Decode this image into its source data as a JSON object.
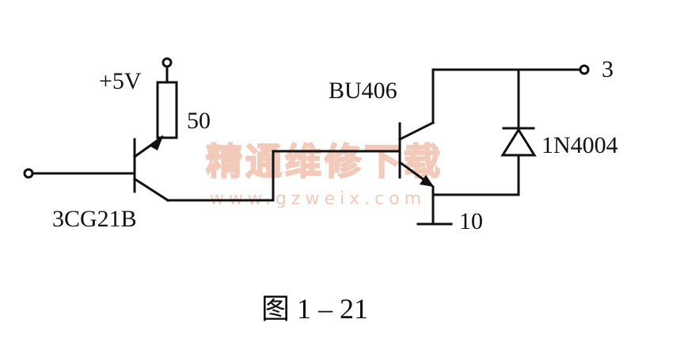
{
  "labels": {
    "supply": "+5V",
    "resistor_value": "50",
    "driver_transistor": "3CG21B",
    "power_transistor": "BU406",
    "diode": "1N4004",
    "terminal_out": "3",
    "terminal_gnd": "10",
    "caption": "图 1 – 21"
  },
  "watermark": {
    "title": "精通维修下载",
    "url": "www.gzweix.com"
  },
  "colors": {
    "ink": "#111111",
    "watermark": "#f0b7a2"
  }
}
